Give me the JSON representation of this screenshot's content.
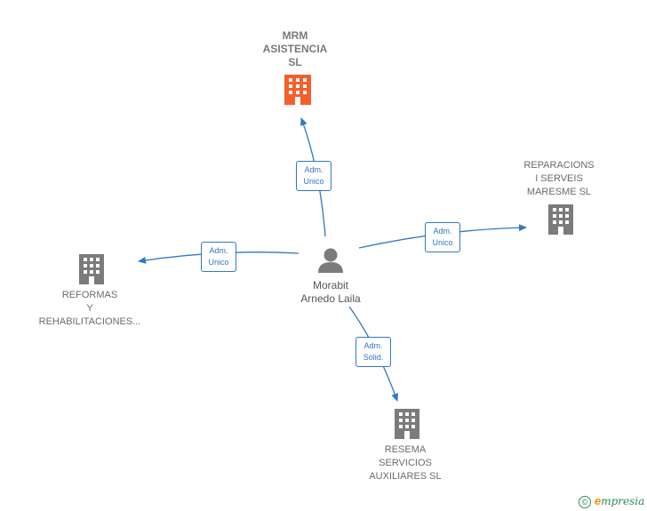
{
  "colors": {
    "edge": "#2f78c4",
    "building_main": "#f2612c",
    "building": "#7b7b7b",
    "person": "#7b7b7b",
    "text": "#6b6b6b"
  },
  "center": {
    "icon": "person-icon",
    "name_lines": [
      "Morabit",
      "Arnedo Laila"
    ]
  },
  "companies": [
    {
      "id": "mrm",
      "icon": "building-icon",
      "highlight": true,
      "name_lines": [
        "MRM",
        "ASISTENCIA",
        "SL"
      ]
    },
    {
      "id": "reparacions",
      "icon": "building-icon",
      "highlight": false,
      "name_lines": [
        "REPARACIONS",
        "I SERVEIS",
        "MARESME  SL"
      ]
    },
    {
      "id": "reformas",
      "icon": "building-icon",
      "highlight": false,
      "name_lines": [
        "REFORMAS",
        "Y",
        "REHABILITACIONES..."
      ]
    },
    {
      "id": "resema",
      "icon": "building-icon",
      "highlight": false,
      "name_lines": [
        "RESEMA",
        "SERVICIOS",
        "AUXILIARES  SL"
      ]
    }
  ],
  "relations": [
    {
      "to": "mrm",
      "label_lines": [
        "Adm.",
        "Unico"
      ]
    },
    {
      "to": "reparacions",
      "label_lines": [
        "Adm.",
        "Unico"
      ]
    },
    {
      "to": "reformas",
      "label_lines": [
        "Adm.",
        "Unico"
      ]
    },
    {
      "to": "resema",
      "label_lines": [
        "Adm.",
        "Solid."
      ]
    }
  ],
  "footer": {
    "copyright_symbol": "©",
    "brand_initial": "e",
    "brand_rest": "mpresia"
  }
}
